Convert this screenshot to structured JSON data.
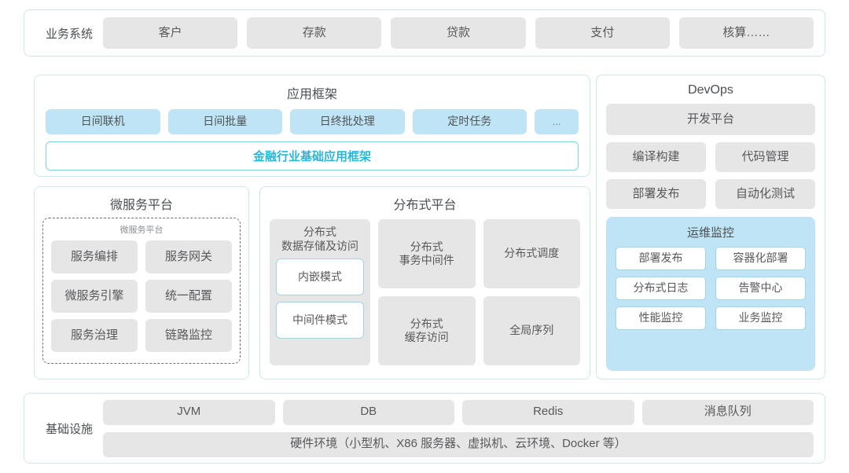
{
  "colors": {
    "panel_border": "#cfe6ea",
    "chip_gray": "#e6e6e6",
    "chip_blue": "#bfe4f5",
    "accent_cyan": "#29b6d8",
    "text": "#56585b"
  },
  "business_row": {
    "label": "业务系统",
    "items": [
      "客户",
      "存款",
      "贷款",
      "支付",
      "核算……"
    ]
  },
  "app_framework": {
    "title": "应用框架",
    "chips": [
      "日间联机",
      "日间批量",
      "日终批处理",
      "定时任务",
      "..."
    ],
    "base_framework": "金融行业基础应用框架"
  },
  "microservice": {
    "title": "微服务平台",
    "inner_label": "微服务平台",
    "items": [
      "服务编排",
      "服务网关",
      "微服务引擎",
      "统一配置",
      "服务治理",
      "链路监控"
    ]
  },
  "distributed": {
    "title": "分布式平台",
    "storage": {
      "title": "分布式\n数据存储及访问",
      "modes": [
        "内嵌模式",
        "中间件模式"
      ]
    },
    "grid": [
      "分布式\n事务中间件",
      "分布式调度",
      "分布式\n缓存访问",
      "全局序列"
    ]
  },
  "devops": {
    "title": "DevOps",
    "platform": "开发平台",
    "items": [
      "编译构建",
      "代码管理",
      "部署发布",
      "自动化测试"
    ],
    "ops_monitor": {
      "title": "运维监控",
      "items": [
        "部署发布",
        "容器化部署",
        "分布式日志",
        "告警中心",
        "性能监控",
        "业务监控"
      ]
    }
  },
  "infrastructure": {
    "label": "基础设施",
    "items": [
      "JVM",
      "DB",
      "Redis",
      "消息队列"
    ],
    "hardware": "硬件环境（小型机、X86 服务器、虚拟机、云环境、Docker 等）"
  }
}
